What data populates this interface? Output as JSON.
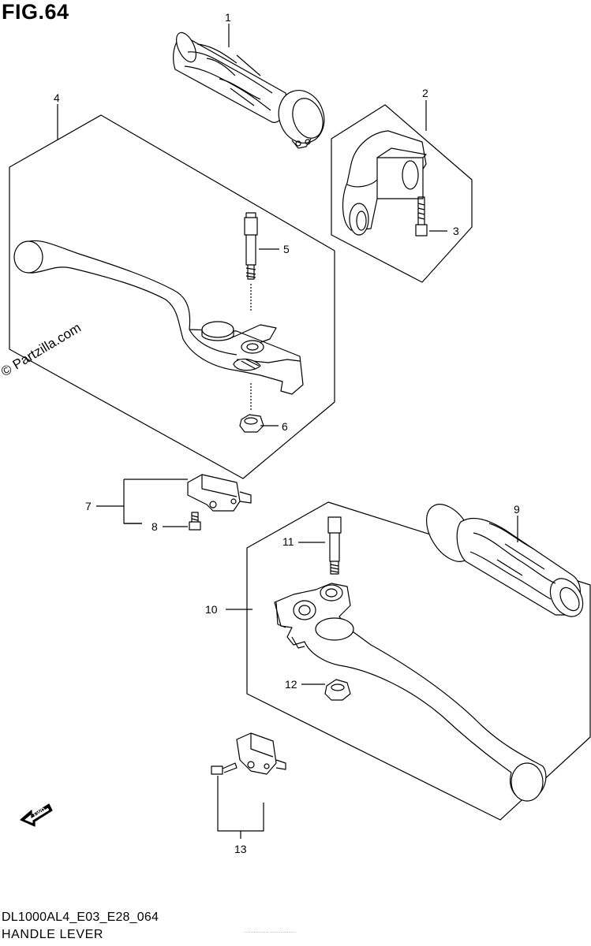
{
  "figure": {
    "title": "FIG.64",
    "model_code": "DL1000AL4_E03_E28_064",
    "section_title": "HANDLE LEVER",
    "watermark": "© Partzilla.com",
    "fwd_label": "FWD",
    "tiny_mark": "················  ·················"
  },
  "callouts": [
    {
      "id": "1",
      "label": "1"
    },
    {
      "id": "2",
      "label": "2"
    },
    {
      "id": "3",
      "label": "3"
    },
    {
      "id": "4",
      "label": "4"
    },
    {
      "id": "5",
      "label": "5"
    },
    {
      "id": "6",
      "label": "6"
    },
    {
      "id": "7",
      "label": "7"
    },
    {
      "id": "8",
      "label": "8"
    },
    {
      "id": "9",
      "label": "9"
    },
    {
      "id": "10",
      "label": "10"
    },
    {
      "id": "11",
      "label": "11"
    },
    {
      "id": "12",
      "label": "12"
    },
    {
      "id": "13",
      "label": "13"
    }
  ],
  "colors": {
    "line": "#000000",
    "fill": "#ffffff",
    "shade": "#dddddd"
  }
}
